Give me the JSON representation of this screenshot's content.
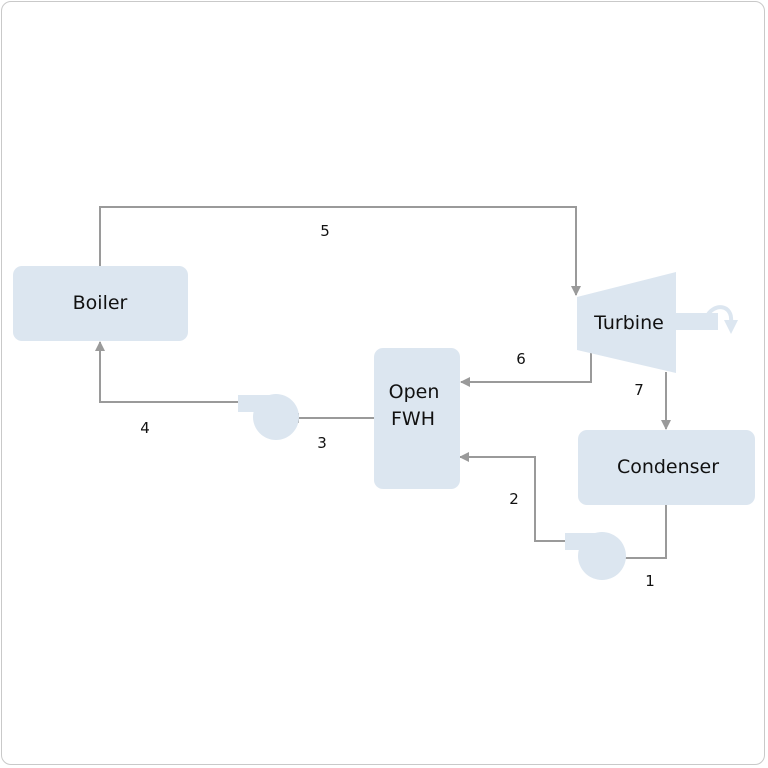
{
  "colors": {
    "component_fill": "#dce6f0",
    "line": "#9a9a9a",
    "text": "#111111"
  },
  "components": {
    "boiler": "Boiler",
    "turbine": "Turbine",
    "condenser": "Condenser",
    "open_fwh_line1": "Open",
    "open_fwh_line2": "FWH"
  },
  "states": {
    "s1": "1",
    "s2": "2",
    "s3": "3",
    "s4": "4",
    "s5": "5",
    "s6": "6",
    "s7": "7"
  },
  "icons": {
    "pump_low": "pump-icon",
    "pump_high": "pump-icon",
    "shaft": "shaft-rotation-icon"
  }
}
